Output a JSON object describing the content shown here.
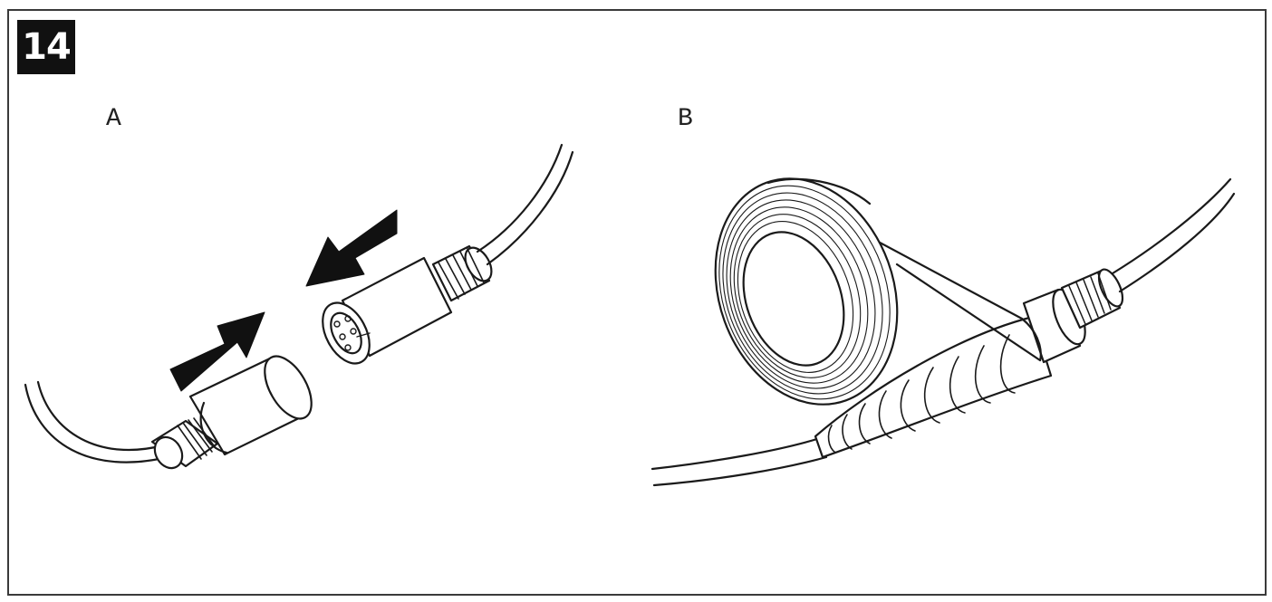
{
  "figure": {
    "step_number": "14",
    "panel_a_label": "A",
    "panel_b_label": "B"
  },
  "colors": {
    "line": "#1a1a1a",
    "arrow": "#111111",
    "border": "#3a3a3a"
  }
}
